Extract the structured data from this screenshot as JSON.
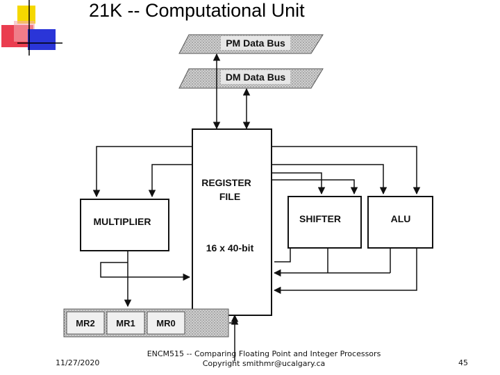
{
  "slide": {
    "title": "21K -- Computational Unit",
    "date": "11/27/2020",
    "footer_line1": "ENCM515 -- Comparing Floating Point and Integer Processors",
    "footer_line2": "Copyright smithmr@ucalgary.ca",
    "page_number": "45"
  },
  "diagram": {
    "pm_bus": "PM Data Bus",
    "dm_bus": "DM Data Bus",
    "register_file_line1": "REGISTER",
    "register_file_line2": "FILE",
    "register_file_size": "16 x 40-bit",
    "multiplier": "MULTIPLIER",
    "shifter": "SHIFTER",
    "alu": "ALU",
    "mr2": "MR2",
    "mr1": "MR1",
    "mr0": "MR0"
  },
  "colors": {
    "logo_yellow": "#f5d800",
    "logo_red": "#e8283c",
    "logo_blue": "#2a35d8",
    "bus_fill": "#d8d8d8"
  }
}
